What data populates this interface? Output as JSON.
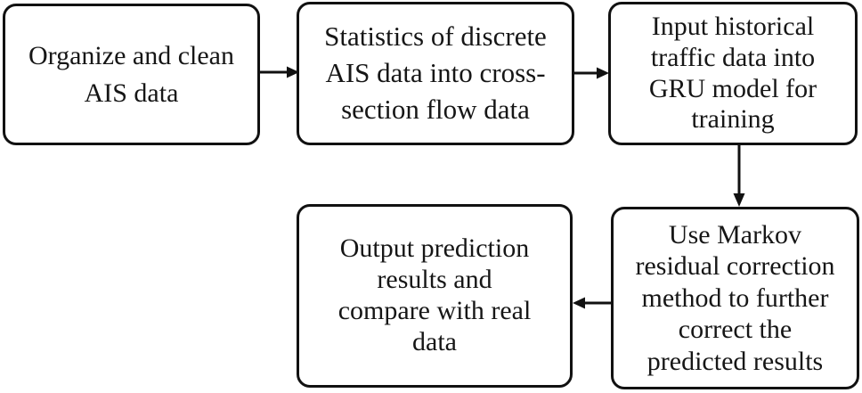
{
  "diagram": {
    "type": "flowchart",
    "line_color": "#111111",
    "box_fill": "#ffffff",
    "nodes": [
      {
        "id": "organize-clean-ais",
        "label": "Organize and clean\nAIS data"
      },
      {
        "id": "statistics-cross-section",
        "label": "Statistics of discrete\nAIS data into cross-\nsection flow data"
      },
      {
        "id": "input-gru-training",
        "label": "Input historical\ntraffic data into\nGRU model for\ntraining"
      },
      {
        "id": "markov-residual-correction",
        "label": "Use Markov\nresidual correction\nmethod to further\ncorrect the\npredicted results"
      },
      {
        "id": "output-compare-results",
        "label": "Output prediction\nresults and\ncompare with real\ndata"
      }
    ],
    "edges": [
      {
        "from": "organize-clean-ais",
        "to": "statistics-cross-section",
        "direction": "right"
      },
      {
        "from": "statistics-cross-section",
        "to": "input-gru-training",
        "direction": "right"
      },
      {
        "from": "input-gru-training",
        "to": "markov-residual-correction",
        "direction": "down"
      },
      {
        "from": "markov-residual-correction",
        "to": "output-compare-results",
        "direction": "left"
      }
    ]
  }
}
